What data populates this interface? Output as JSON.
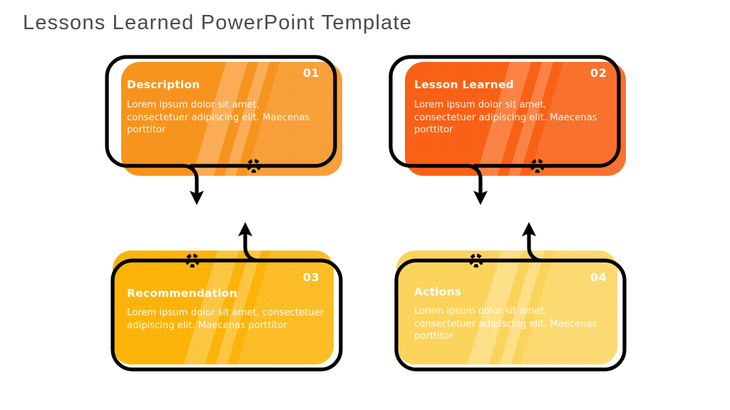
{
  "slide": {
    "title": "Lessons Learned PowerPoint Template",
    "background_color": "#ffffff",
    "title_color": "#4a4a4a"
  },
  "cards": [
    {
      "number": "01",
      "heading": "Description",
      "body": "Lorem ipsum dolor sit amet, consectetuer adipiscing elit. Maecenas porttitor",
      "fill_color": "#F7941E",
      "stripe_color": "#FBB162",
      "outline_color": "#000000",
      "arrow_direction": "down",
      "connector_icon": "dotted-circle-icon"
    },
    {
      "number": "02",
      "heading": "Lesson Learned",
      "body": "Lorem ipsum dolor sit amet, consectetuer adipiscing elit. Maecenas porttitor",
      "fill_color": "#F96116",
      "stripe_color": "#FB8A4E",
      "outline_color": "#000000",
      "arrow_direction": "down",
      "connector_icon": "dotted-circle-icon"
    },
    {
      "number": "03",
      "heading": "Recommendation",
      "body": "Lorem ipsum dolor sit amet, consectetuer adipiscing elit. Maecenas porttitor",
      "fill_color": "#FCB40A",
      "stripe_color": "#FDCA4E",
      "outline_color": "#000000",
      "arrow_direction": "up",
      "connector_icon": "dotted-circle-icon"
    },
    {
      "number": "04",
      "heading": "Actions",
      "body": "Lorem ipsum dolor sit amet, consectetuer adipiscing elit. Maecenas porttitor",
      "fill_color": "#FCD45C",
      "stripe_color": "#FDE28F",
      "outline_color": "#000000",
      "arrow_direction": "up",
      "connector_icon": "dotted-circle-icon"
    }
  ]
}
